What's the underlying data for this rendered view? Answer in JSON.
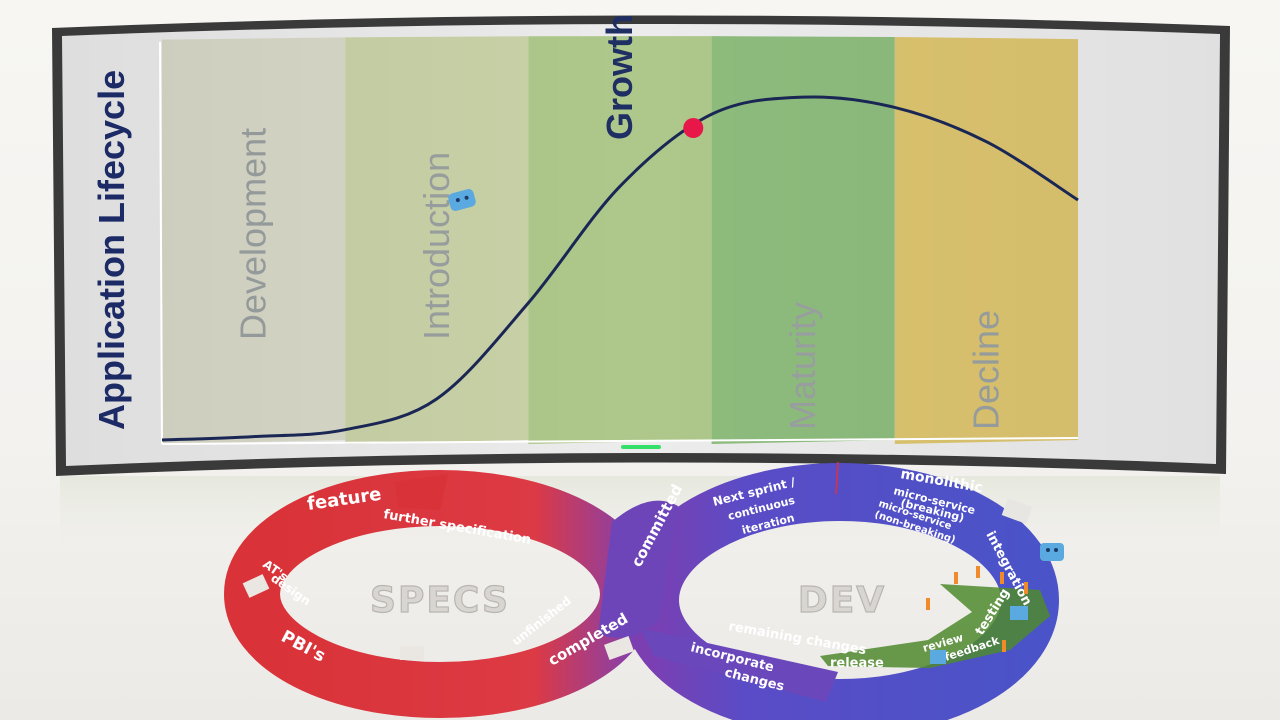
{
  "chart_data": {
    "type": "line",
    "ylabel": "Application Lifecycle",
    "phases": [
      {
        "name": "Development",
        "color": "#d9d9c9",
        "active": false
      },
      {
        "name": "Introduction",
        "color": "#c9d2a7",
        "active": false
      },
      {
        "name": "Growth",
        "color": "#aec88b",
        "active": true
      },
      {
        "name": "Maturity",
        "color": "#8dbc7d",
        "active": false
      },
      {
        "name": "Decline",
        "color": "#dcc46f",
        "active": false
      }
    ],
    "curve": {
      "x": [
        0,
        0.5,
        1.0,
        1.5,
        2.0,
        2.5,
        3.0,
        3.5,
        4.0,
        4.5,
        5.0
      ],
      "y": [
        0,
        0.01,
        0.03,
        0.12,
        0.4,
        0.74,
        0.95,
        1.0,
        0.97,
        0.87,
        0.7
      ],
      "color": "#1a2755"
    },
    "marker": {
      "x": 2.9,
      "y": 0.91,
      "color": "#e8174a"
    },
    "xlim": [
      0,
      5
    ],
    "ylim": [
      0,
      1.05
    ],
    "grid": false
  },
  "specs_loop": {
    "hub_label": "SPECS",
    "outer_labels": [
      "feature",
      "PBI's"
    ],
    "inner_labels": [
      "further specification",
      "unfinished"
    ],
    "side_labels": [
      "committed",
      "completed"
    ],
    "partial_labels": [
      "AT's",
      "design"
    ],
    "color": "#e23a3f"
  },
  "dev_loop": {
    "hub_label": "DEV",
    "labels": [
      "Next sprint /",
      "continuous",
      "iteration",
      "monolithic",
      "micro-service",
      "(breaking)",
      "micro-service",
      "(non-breaking)",
      "integration",
      "testing",
      "review",
      "feedback",
      "release",
      "remaining changes",
      "incorporate",
      "changes"
    ],
    "color": "#5a4cc6",
    "highlight_color": "#4f8a2e"
  },
  "colors": {
    "monitor_bezel": "#3a3a3a",
    "monitor_led": "#34e06a"
  }
}
